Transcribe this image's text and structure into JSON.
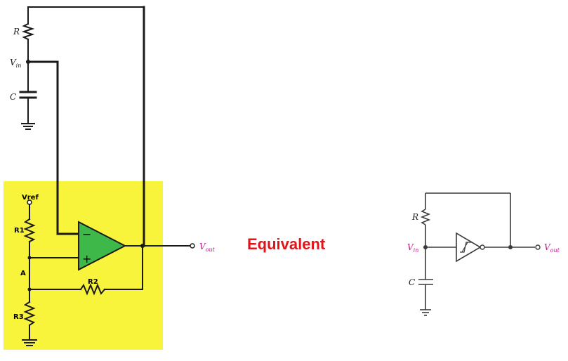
{
  "left_circuit": {
    "labels": {
      "R": "R",
      "Vin_main": "V",
      "Vin_sub": "in",
      "C": "C",
      "Vref": "Vref",
      "R1": "R1",
      "A": "A",
      "R2": "R2",
      "R3": "R3",
      "Vout_main": "V",
      "Vout_sub": "out"
    },
    "opamp": {
      "minus": "−",
      "plus": "+"
    },
    "colors": {
      "highlight": "#f8f33b",
      "opamp_fill": "#3fb84a",
      "wire": "#1a1a1a"
    }
  },
  "center": {
    "text": "Equivalent",
    "color": "#e0141b"
  },
  "right_circuit": {
    "labels": {
      "R": "R",
      "Vin_main": "V",
      "Vin_sub": "in",
      "C": "C",
      "Vout_main": "V",
      "Vout_sub": "out"
    },
    "symbol": "schmitt-trigger-inverter",
    "colors": {
      "vin_label": "#c6188d",
      "vout_label": "#c6188d"
    }
  }
}
